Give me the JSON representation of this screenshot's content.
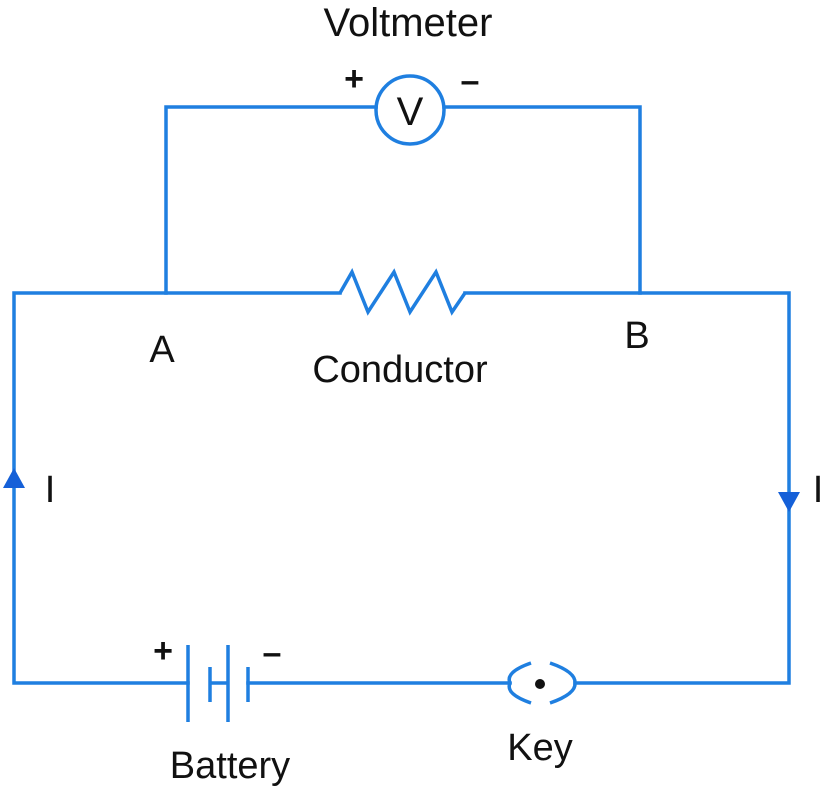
{
  "diagram": {
    "type": "circuit",
    "title": "Circuit for verifying Ohm's law",
    "colors": {
      "wire": "#1f7fe0",
      "arrow": "#1560d8",
      "text": "#111111"
    },
    "labels": {
      "voltmeter": "Voltmeter",
      "voltmeter_symbol": "V",
      "voltmeter_plus": "+",
      "voltmeter_minus": "–",
      "node_a": "A",
      "node_b": "B",
      "conductor": "Conductor",
      "current_left": "I",
      "current_right": "I",
      "battery": "Battery",
      "battery_plus": "+",
      "battery_minus": "–",
      "key": "Key"
    },
    "components": [
      {
        "id": "voltmeter",
        "kind": "voltmeter",
        "connected_between": [
          "A",
          "B"
        ],
        "connection": "parallel"
      },
      {
        "id": "conductor",
        "kind": "resistor",
        "connected_between": [
          "A",
          "B"
        ]
      },
      {
        "id": "battery",
        "kind": "battery",
        "cells": 2
      },
      {
        "id": "key",
        "kind": "plug-key",
        "state": "closed"
      }
    ],
    "current_direction": {
      "left_branch": "up",
      "right_branch": "down"
    }
  }
}
